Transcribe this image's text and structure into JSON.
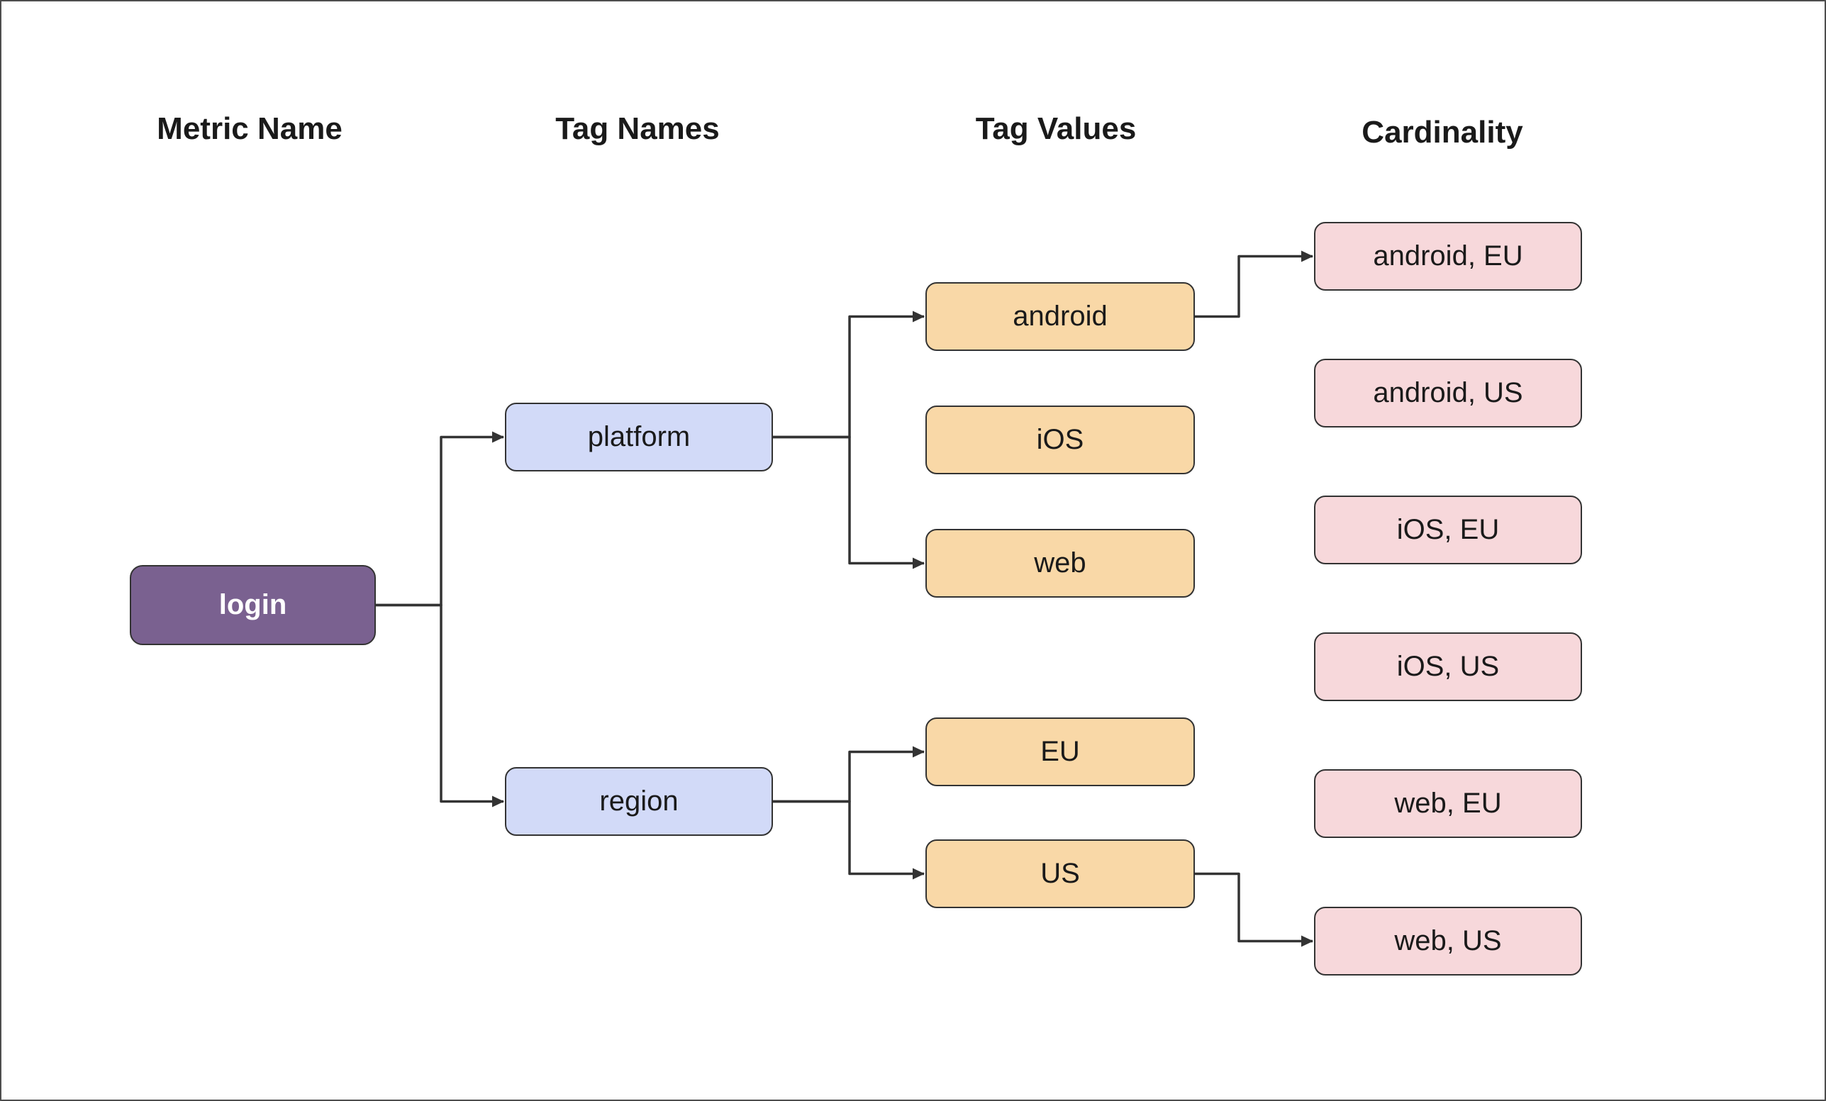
{
  "diagram": {
    "headers": [
      {
        "id": "metric-name",
        "label": "Metric Name"
      },
      {
        "id": "tag-names",
        "label": "Tag Names"
      },
      {
        "id": "tag-values",
        "label": "Tag Values"
      },
      {
        "id": "cardinality",
        "label": "Cardinality"
      }
    ],
    "nodes": {
      "login": {
        "label": "login",
        "type": "metric"
      },
      "platform": {
        "label": "platform",
        "type": "tag-name"
      },
      "region": {
        "label": "region",
        "type": "tag-name"
      },
      "android": {
        "label": "android",
        "type": "tag-value"
      },
      "ios": {
        "label": "iOS",
        "type": "tag-value"
      },
      "web": {
        "label": "web",
        "type": "tag-value"
      },
      "eu": {
        "label": "EU",
        "type": "tag-value"
      },
      "us": {
        "label": "US",
        "type": "tag-value"
      },
      "android_eu": {
        "label": "android, EU",
        "type": "cardinality"
      },
      "android_us": {
        "label": "android, US",
        "type": "cardinality"
      },
      "ios_eu": {
        "label": "iOS, EU",
        "type": "cardinality"
      },
      "ios_us": {
        "label": "iOS, US",
        "type": "cardinality"
      },
      "web_eu": {
        "label": "web, EU",
        "type": "cardinality"
      },
      "web_us": {
        "label": "web, US",
        "type": "cardinality"
      }
    },
    "edges": [
      {
        "from": "login",
        "to": "platform"
      },
      {
        "from": "login",
        "to": "region"
      },
      {
        "from": "platform",
        "to": "android"
      },
      {
        "from": "platform",
        "to": "web"
      },
      {
        "from": "region",
        "to": "eu"
      },
      {
        "from": "region",
        "to": "us"
      },
      {
        "from": "android",
        "to": "android_eu"
      },
      {
        "from": "us",
        "to": "web_us"
      }
    ],
    "colors": {
      "metric_fill": "#7a6190",
      "metric_text": "#ffffff",
      "tag_name_fill": "#d2daf8",
      "tag_value_fill": "#f9d8a7",
      "cardinality_fill": "#f7d8db",
      "node_border": "#333333",
      "connector": "#333333",
      "text": "#1a1a1a",
      "background": "#ffffff"
    }
  }
}
